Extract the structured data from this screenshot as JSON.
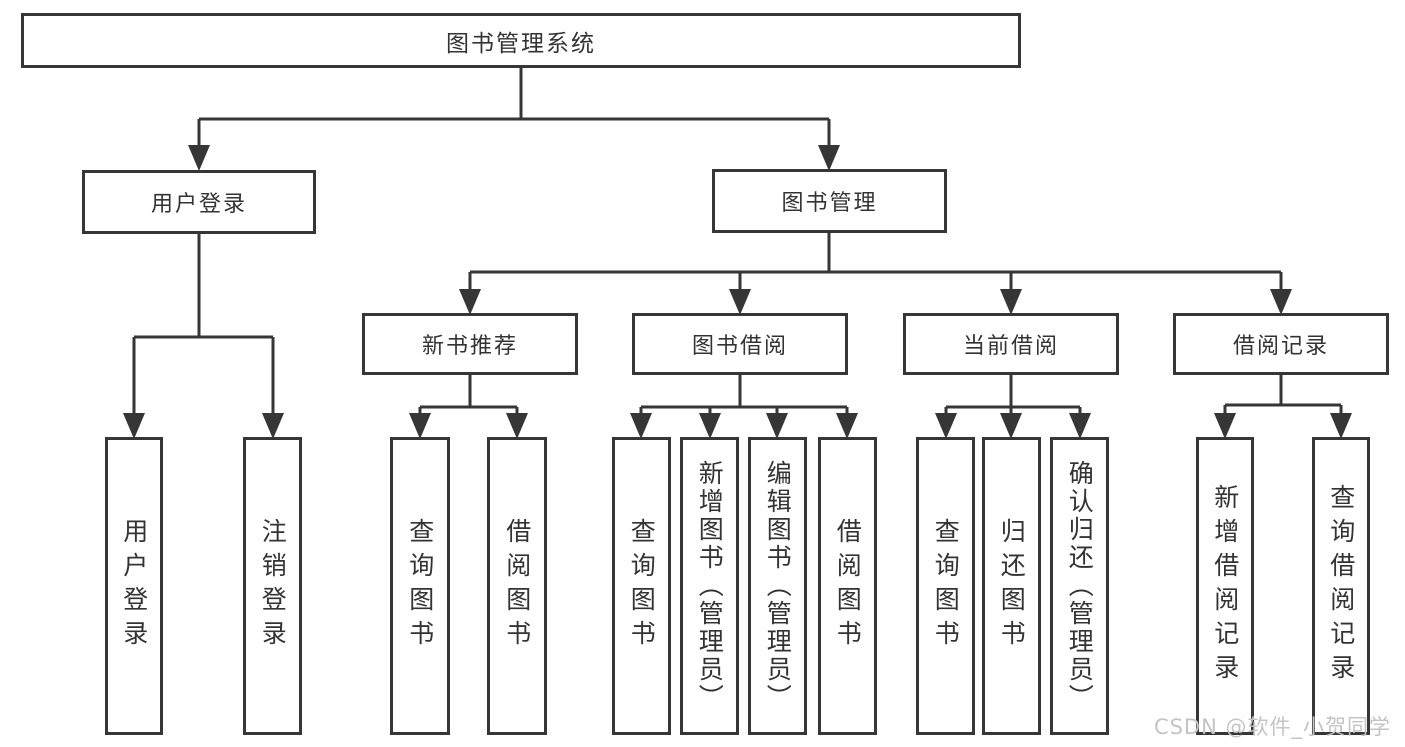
{
  "diagram_type": "hierarchy-diagram",
  "watermark": "CSDN @软件_小贺同学",
  "colors": {
    "line": "#363636",
    "border": "#363636",
    "text": "#333333",
    "box_background": "#ffffff",
    "page_background": "#ffffff",
    "watermark": "#c4c4c4"
  },
  "tree": {
    "root": {
      "label": "图书管理系统",
      "children": [
        {
          "label": "用户登录",
          "children": [
            {
              "label": "用户登录"
            },
            {
              "label": "注销登录"
            }
          ]
        },
        {
          "label": "图书管理",
          "children": [
            {
              "label": "新书推荐",
              "children": [
                {
                  "label": "查询图书"
                },
                {
                  "label": "借阅图书"
                }
              ]
            },
            {
              "label": "图书借阅",
              "children": [
                {
                  "label": "查询图书"
                },
                {
                  "label": "新增图书（管理员）"
                },
                {
                  "label": "编辑图书（管理员）"
                },
                {
                  "label": "借阅图书"
                }
              ]
            },
            {
              "label": "当前借阅",
              "children": [
                {
                  "label": "查询图书"
                },
                {
                  "label": "归还图书"
                },
                {
                  "label": "确认归还（管理员）"
                }
              ]
            },
            {
              "label": "借阅记录",
              "children": [
                {
                  "label": "新增借阅记录"
                },
                {
                  "label": "查询借阅记录"
                }
              ]
            }
          ]
        }
      ]
    }
  }
}
